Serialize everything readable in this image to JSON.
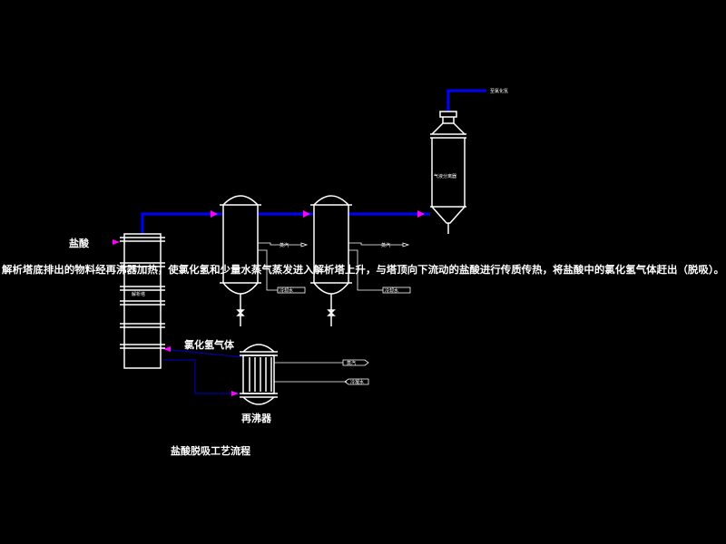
{
  "labels": {
    "hydrochloric_acid": "盐酸",
    "description": "解析塔底排出的物料经再沸器加热，使氯化氢和少量水蒸气蒸发进入解析塔上升，与塔顶向下流动的盐酸进行传质传热，将盐酸中的氯化氢气体赶出（脱吸）。",
    "hcl_gas": "氯化氢气体",
    "reboiler": "再沸器",
    "title": "盐酸脱吸工艺流程"
  },
  "colors": {
    "background": "#000000",
    "equipment": "#ffffff",
    "gas_line": "#0000ff",
    "return_line": "#0000aa",
    "arrow": "#ff00ff"
  }
}
